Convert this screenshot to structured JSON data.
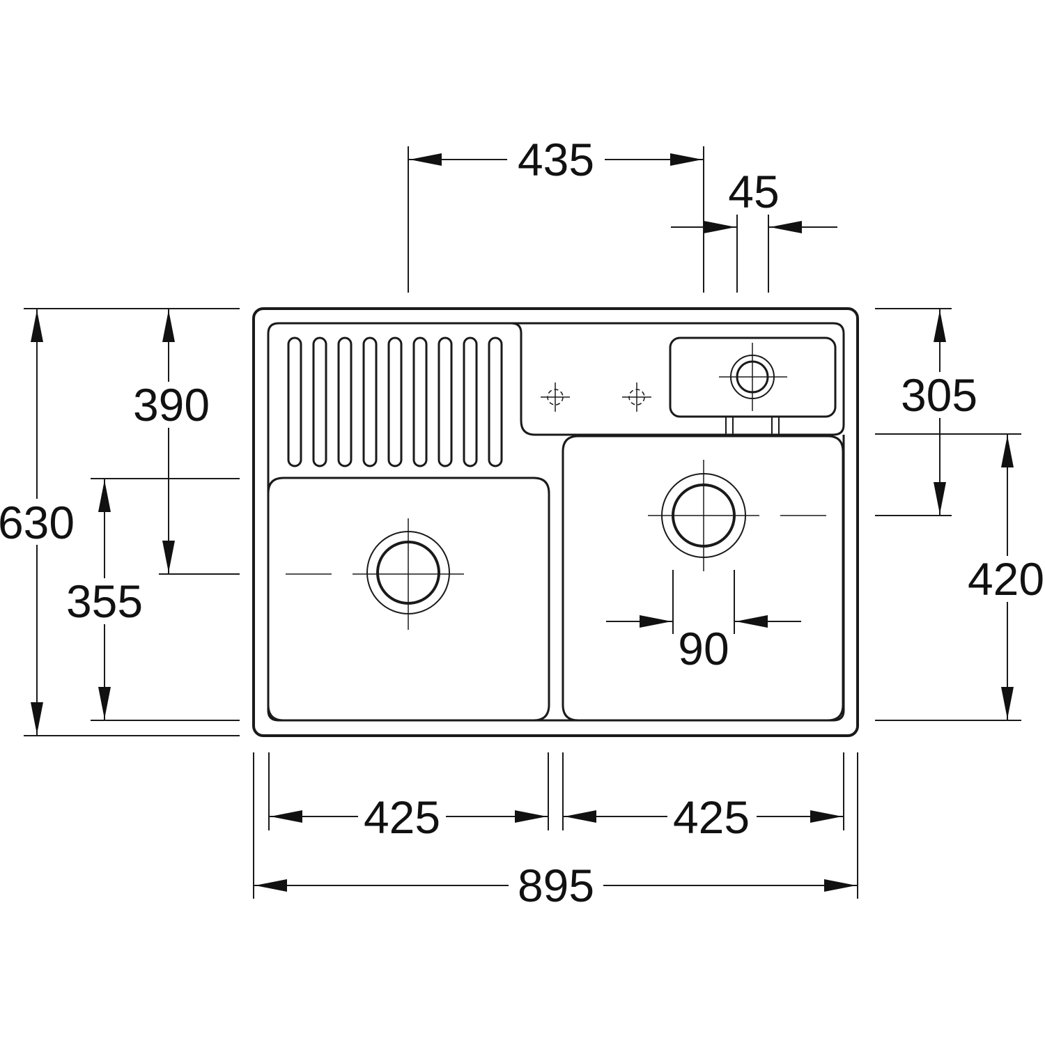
{
  "dimensions": {
    "top_435": "435",
    "top_45": "45",
    "left_630": "630",
    "left_390": "390",
    "left_355": "355",
    "right_305": "305",
    "right_420": "420",
    "mid_90": "90",
    "bottom_425_left": "425",
    "bottom_425_right": "425",
    "bottom_895": "895"
  },
  "colors": {
    "line": "#1a1a1a",
    "background": "#ffffff"
  }
}
